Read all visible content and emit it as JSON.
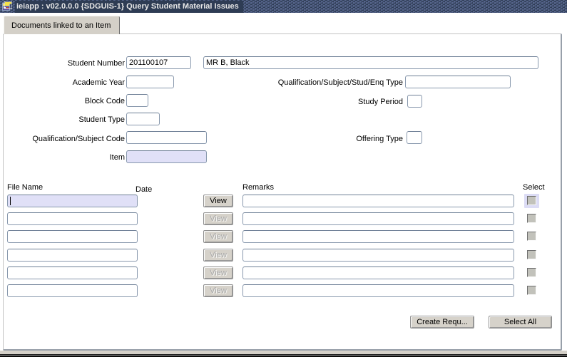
{
  "window": {
    "title": "ieiapp : v02.0.0.0 {SDGUIS-1} Query Student Material Issues"
  },
  "tab": {
    "label": "Documents linked to an Item"
  },
  "form": {
    "student_number": {
      "label": "Student Number",
      "value": "201100107"
    },
    "student_name": {
      "value": "MR B, Black"
    },
    "academic_year": {
      "label": "Academic Year",
      "value": ""
    },
    "qual_subject_stud_enq_type": {
      "label": "Qualification/Subject/Stud/Enq Type",
      "value": ""
    },
    "block_code": {
      "label": "Block Code",
      "value": ""
    },
    "study_period": {
      "label": "Study Period",
      "value": ""
    },
    "student_type": {
      "label": "Student Type",
      "value": ""
    },
    "qualification_subject_code": {
      "label": "Qualification/Subject Code",
      "value": ""
    },
    "offering_type": {
      "label": "Offering Type",
      "value": ""
    },
    "item": {
      "label": "Item",
      "value": ""
    }
  },
  "documents": {
    "headers": {
      "file_name": "File Name",
      "date": "Date",
      "remarks": "Remarks",
      "select": "Select"
    },
    "view_button_label": "View",
    "rows": [
      {
        "file_name": "",
        "date": "",
        "remarks": "",
        "selected": false,
        "view_enabled": true,
        "focused": true
      },
      {
        "file_name": "",
        "date": "",
        "remarks": "",
        "selected": false,
        "view_enabled": false,
        "focused": false
      },
      {
        "file_name": "",
        "date": "",
        "remarks": "",
        "selected": false,
        "view_enabled": false,
        "focused": false
      },
      {
        "file_name": "",
        "date": "",
        "remarks": "",
        "selected": false,
        "view_enabled": false,
        "focused": false
      },
      {
        "file_name": "",
        "date": "",
        "remarks": "",
        "selected": false,
        "view_enabled": false,
        "focused": false
      },
      {
        "file_name": "",
        "date": "",
        "remarks": "",
        "selected": false,
        "view_enabled": false,
        "focused": false
      }
    ]
  },
  "actions": {
    "create_request_label": "Create Requ...",
    "select_all_label": "Select All"
  },
  "colors": {
    "titlebar_background": "#2e3c54",
    "titlebar_dots": "#55648a",
    "chrome_gray": "#d4d0c8",
    "focused_field_background": "#e0e0f7",
    "field_border": "#8898ad"
  }
}
